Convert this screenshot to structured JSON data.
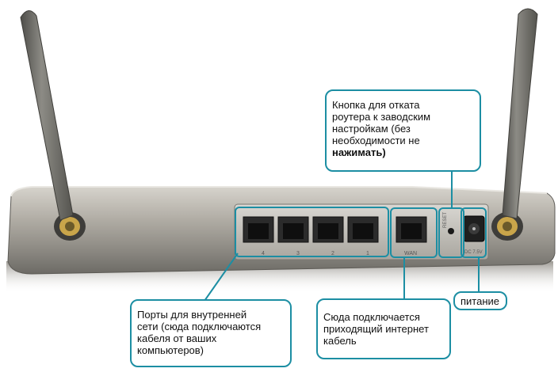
{
  "callouts": {
    "reset_line1": "Кнопка для отката",
    "reset_line2": "роутера к заводским",
    "reset_line3": "настройкам (без",
    "reset_line4": "необходимости не",
    "reset_line5": "нажимать)",
    "lan_line1": "Порты для  внутренней",
    "lan_line2": "сети (сюда подключаются",
    "lan_line3": "кабеля от ваших",
    "lan_line4": "компьютеров)",
    "wan_line1": "Сюда подключается",
    "wan_line2": "приходящий интернет",
    "wan_line3": "кабель",
    "power": "питание"
  },
  "device": {
    "port_labels": [
      "4",
      "3",
      "2",
      "1"
    ],
    "wan_label": "WAN",
    "reset_label": "RESET",
    "power_label": "DC 7.5V"
  },
  "colors": {
    "callout_border": "#1c8ea3",
    "router_body": "#a7a49d",
    "antenna": "#6f6e68"
  }
}
